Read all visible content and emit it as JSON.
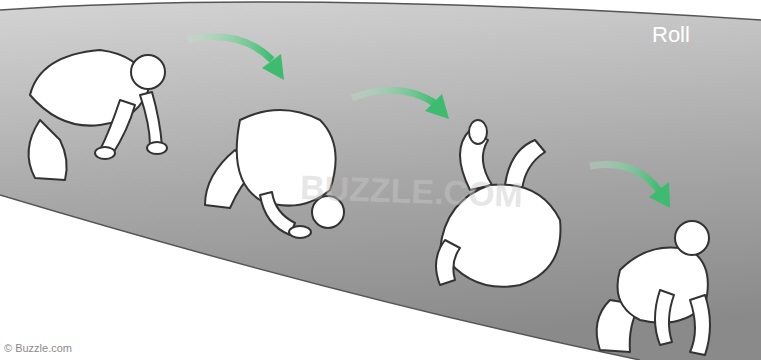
{
  "diagram": {
    "labels": [
      "Roll",
      "© Buzzle.com",
      "BUZZLE.COM"
    ]
  }
}
